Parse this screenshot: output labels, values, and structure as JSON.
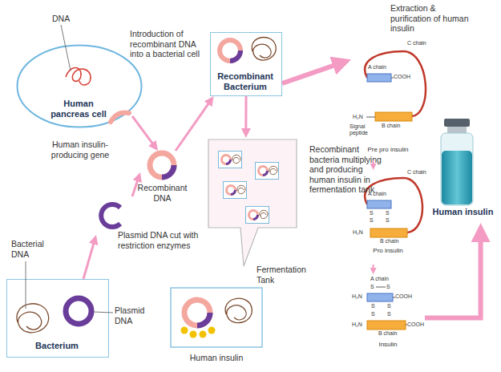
{
  "diagram": {
    "nodes": [
      {
        "text": [
          "DNA",
          "Human pancreas cell"
        ]
      },
      {
        "text": [
          "Human insulin-producing gene"
        ]
      },
      {
        "text": [
          "Plasmid DNA cut with restriction enzymes"
        ]
      },
      {
        "text": [
          "Recombinant DNA"
        ]
      },
      {
        "text": [
          "Recombinant Bacterium"
        ]
      },
      {
        "text": [
          "Fermentation Tank"
        ]
      },
      {
        "text": [
          "Bacterium"
        ]
      },
      {
        "text": [
          "Human insulin"
        ]
      },
      {
        "text": [
          "Pre pro insulin"
        ]
      },
      {
        "text": [
          "Pro insulin"
        ]
      },
      {
        "text": [
          "Insulin"
        ]
      },
      {
        "text": [
          "Human insulin"
        ]
      }
    ],
    "edges": [
      {
        "from": 1,
        "to": 3,
        "arrow": "to"
      },
      {
        "from": 6,
        "to": 2,
        "arrow": "to"
      },
      {
        "from": 2,
        "to": 3,
        "arrow": "to"
      },
      {
        "from": 3,
        "to": 4,
        "arrow": "to"
      },
      {
        "from": 4,
        "to": 5,
        "arrow": "to"
      },
      {
        "from": 4,
        "to": 8,
        "arrow": "to"
      },
      {
        "from": 8,
        "to": 9,
        "arrow": "to"
      },
      {
        "from": 9,
        "to": 10,
        "arrow": "to"
      },
      {
        "from": 10,
        "to": 11,
        "arrow": "to"
      }
    ],
    "labels": [
      "Introduction of recombinant DNA into a bacterial cell",
      "Extraction & purification of human insulin",
      "Recombinant bacteria multiplying and producing human insulin in fermentation tank",
      "Bacterial DNA",
      "Plasmid DNA",
      "C chain",
      "A chain",
      "COOH",
      "H₂N",
      "Signal peptide",
      "B chain",
      "C chain",
      "A chain",
      "S",
      "S",
      "S",
      "S",
      "H₂N",
      "B chain",
      "A chain",
      "S",
      "S",
      "H₂N",
      "COOH",
      "S",
      "S",
      "S",
      "S",
      "H₂N",
      "COOH",
      "B chain"
    ]
  }
}
